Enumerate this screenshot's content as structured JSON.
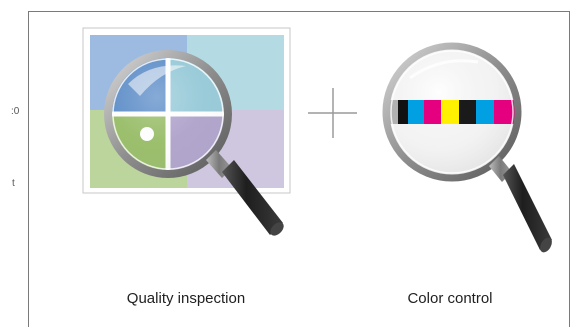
{
  "side_fragments": [
    ":0",
    "t"
  ],
  "captions": {
    "left": "Quality inspection",
    "right": "Color control"
  },
  "colors": {
    "tile_blue_dark": "#4f84c4",
    "tile_blue_light": "#9dbbe0",
    "tile_cyan_dark": "#8ec6d6",
    "tile_cyan_light": "#b4dbe4",
    "tile_green_dark": "#8fb85a",
    "tile_green_light": "#bcd59c",
    "tile_purple_dark": "#a99bc8",
    "tile_purple_light": "#cfc6df",
    "frame_gray": "#6a6a6a",
    "handle_dark": "#2b2b2b"
  },
  "color_bar": [
    "gray",
    "black",
    "cyan",
    "magenta",
    "yellow",
    "black",
    "cyan",
    "magenta"
  ],
  "icons": [
    "magnifier-icon",
    "plus-icon",
    "magnifier-icon"
  ]
}
